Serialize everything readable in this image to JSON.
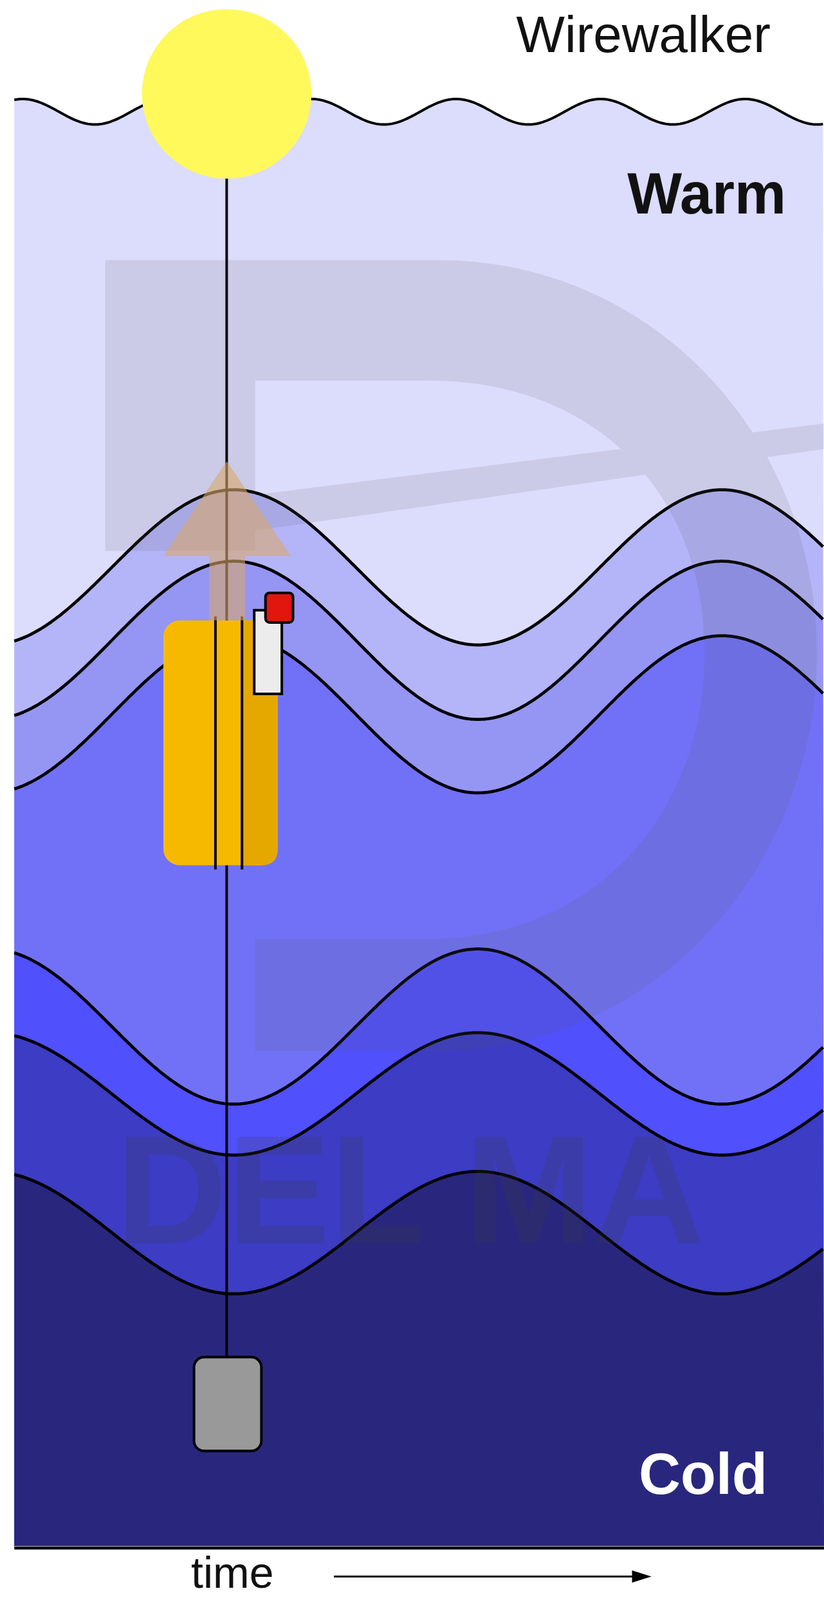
{
  "diagram": {
    "title": "Wirewalker",
    "labels": [
      "Warm",
      "Cold",
      "time",
      "DEL MA"
    ]
  }
}
